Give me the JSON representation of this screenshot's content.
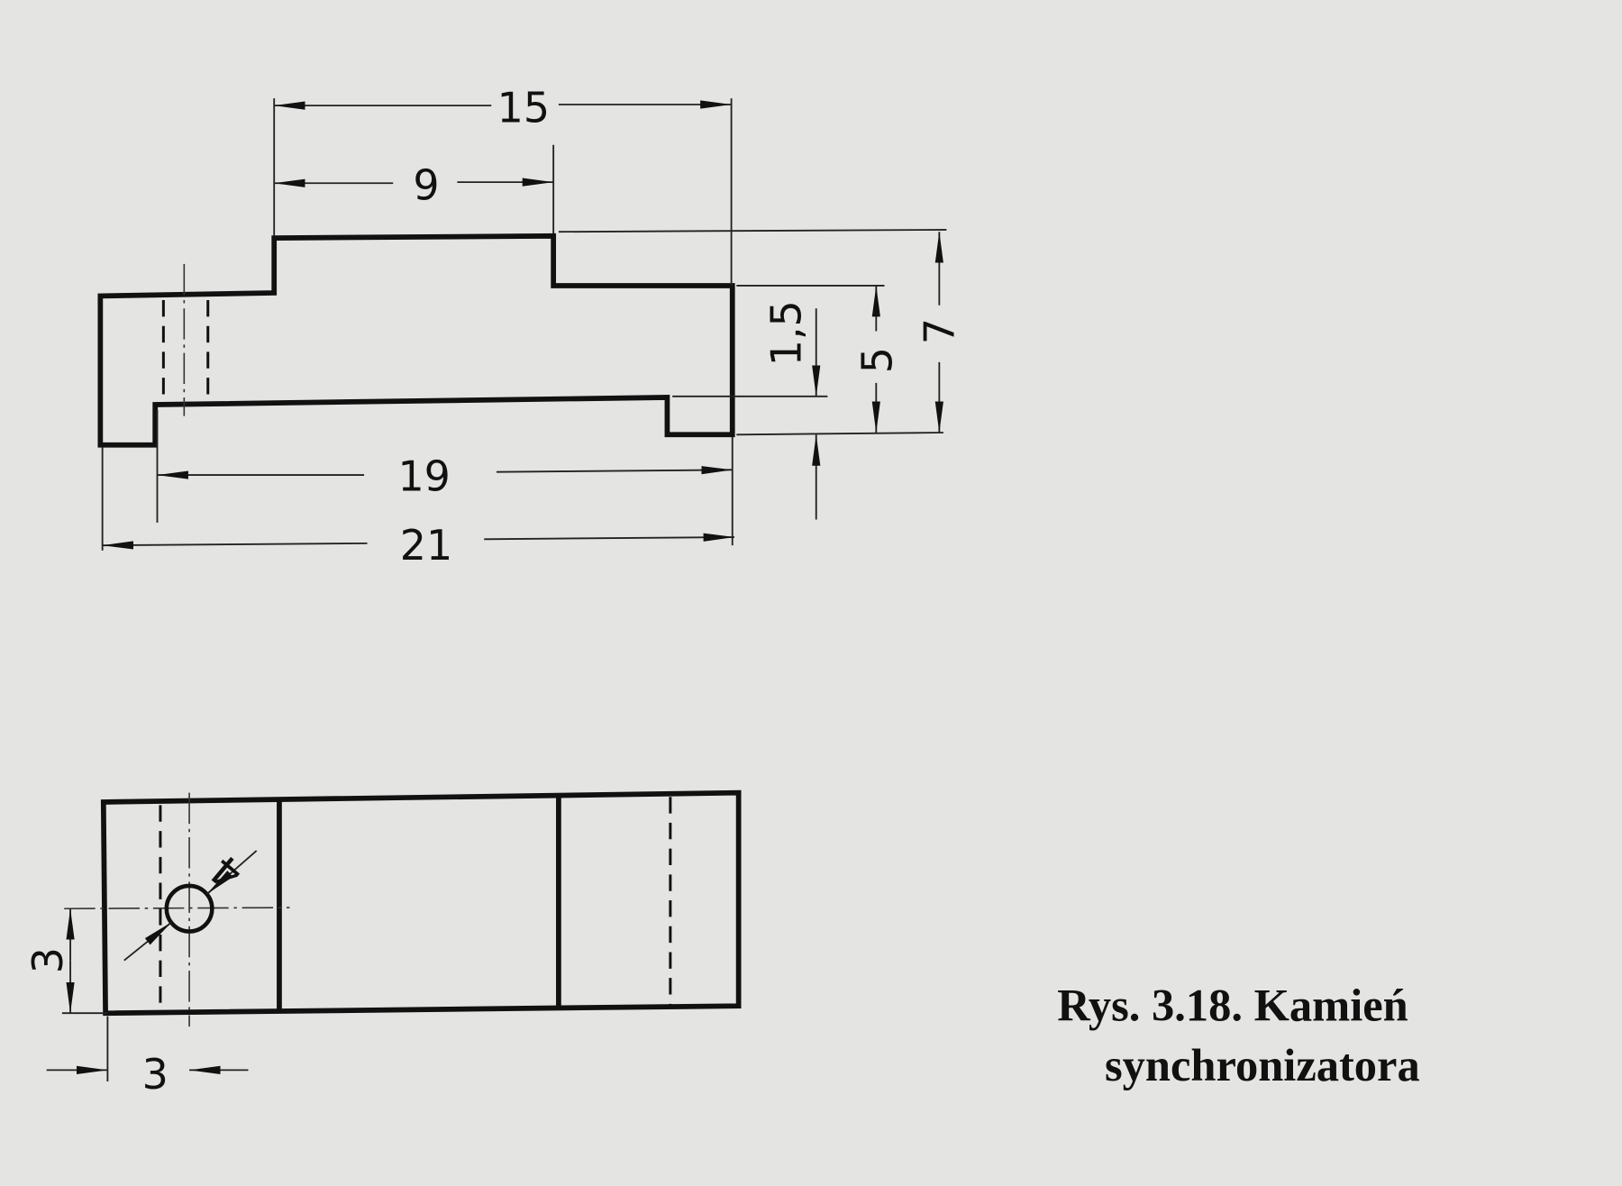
{
  "drawing": {
    "front_view": {
      "dim_overall_top": "15",
      "dim_step_top": "9",
      "dim_height_total": "7",
      "dim_height_mid": "5",
      "dim_height_small": "1,5",
      "dim_length_lower": "19",
      "dim_length_total": "21"
    },
    "top_view": {
      "dim_hole_y": "3",
      "dim_hole_x": "3",
      "dim_hole_diameter": "4"
    }
  },
  "caption": {
    "line1": "Rys. 3.18. Kamień",
    "line2": "synchronizatora"
  }
}
